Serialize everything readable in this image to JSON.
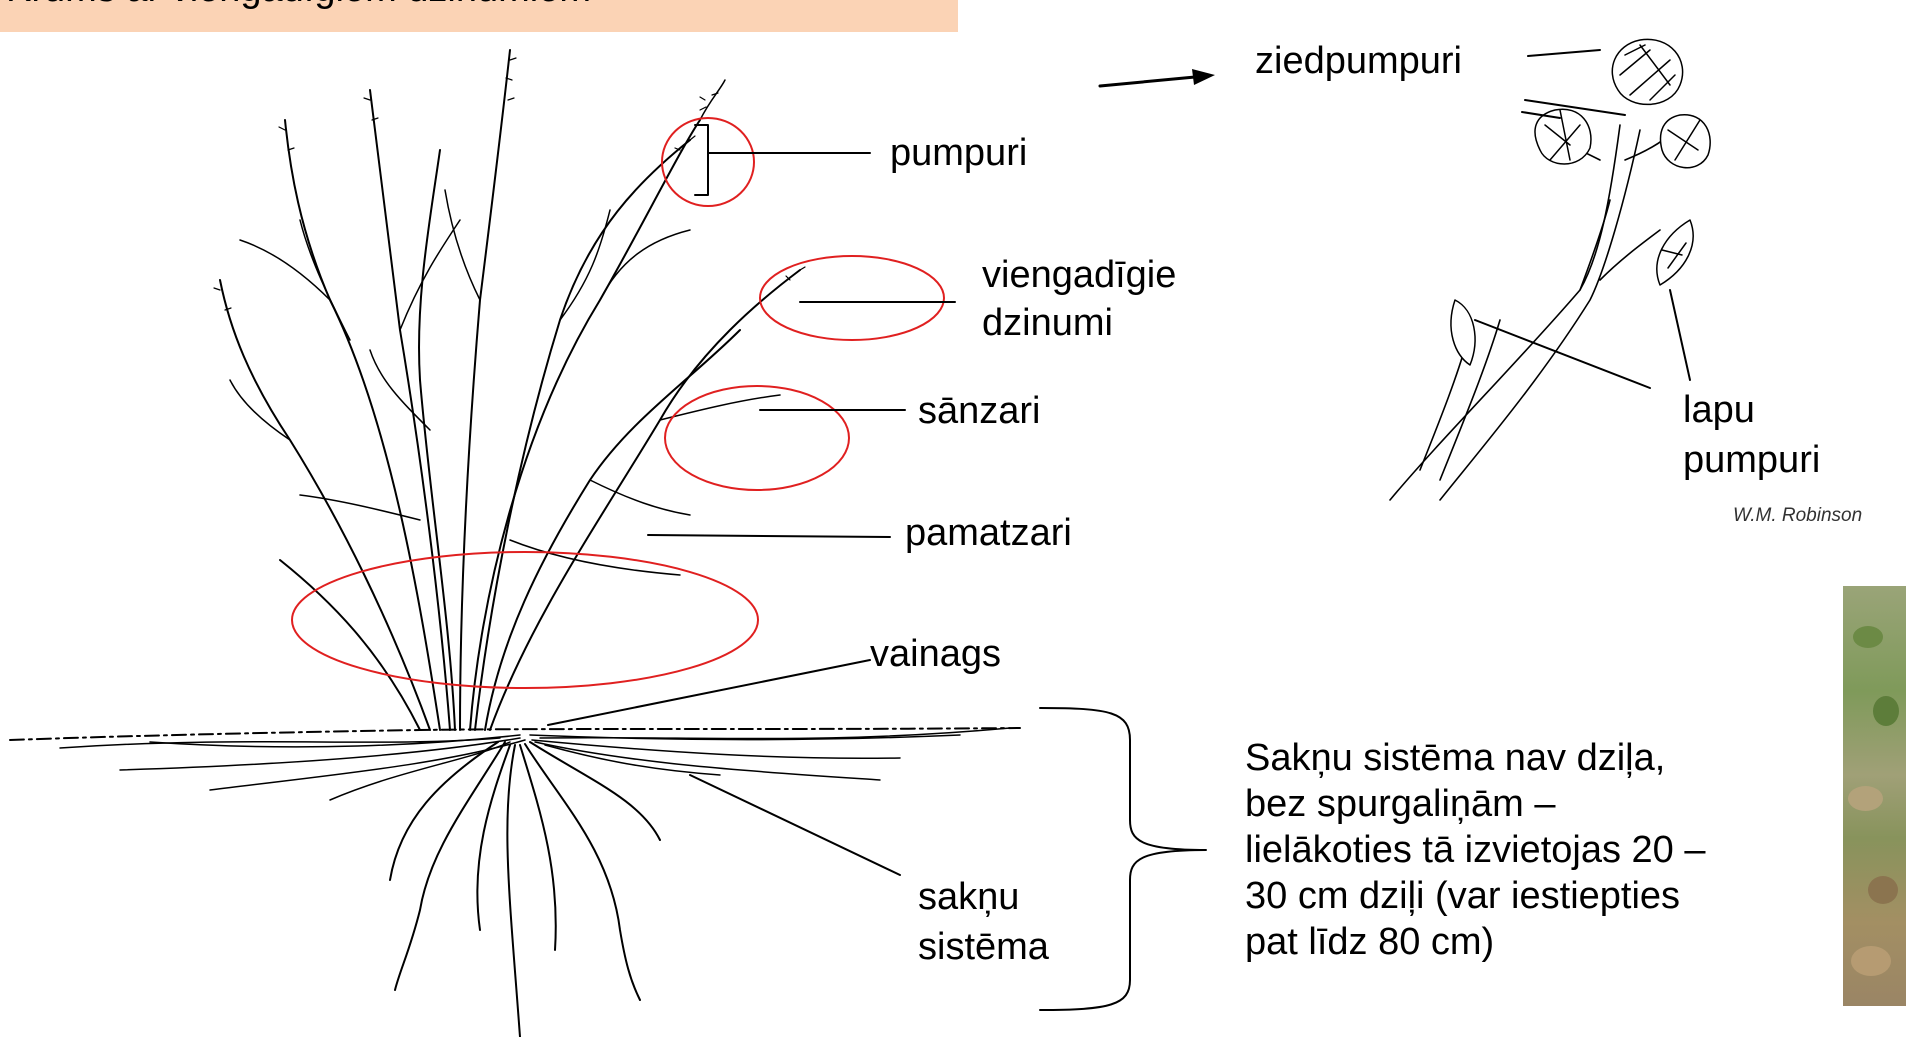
{
  "title": "Krūms ar viengadīgiem dzinumiem",
  "labels": {
    "pumpuri": "pumpuri",
    "viengadigie_1": "viengadīgie",
    "viengadigie_2": "dzinumi",
    "sanzari": "sānzari",
    "pamatzari": "pamatzari",
    "vainags": "vainags",
    "saknu_1": "sakņu",
    "saknu_2": "sistēma",
    "ziedpumpuri": "ziedpumpuri",
    "lapu_1": "lapu",
    "lapu_2": "pumpuri"
  },
  "description_lines": [
    "Sakņu sistēma nav dziļa,",
    "bez spurgaliņām  –",
    "lielākoties tā izvietojas 20 –",
    "30 cm dziļi (var iestiepties",
    "pat līdz 80 cm)"
  ],
  "credit": "W.M. Robinson",
  "colors": {
    "highlight_circle": "#e02020",
    "title_background": "#fbd3b5",
    "ink": "#000000"
  }
}
